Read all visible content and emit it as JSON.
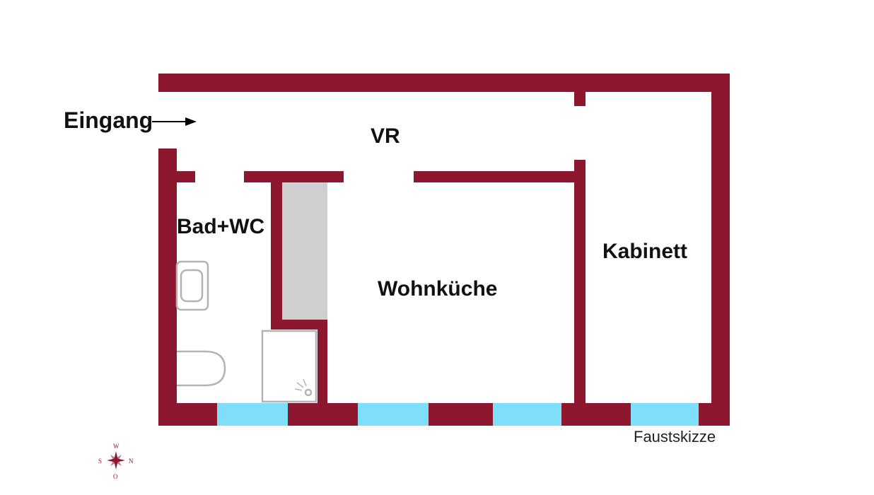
{
  "labels": {
    "entrance": "Eingang",
    "hallway": "VR",
    "bathroom": "Bad+WC",
    "living_kitchen": "Wohnküche",
    "cabinet_room": "Kabinett",
    "sketch_note": "Faustskizze"
  },
  "compass": {
    "north": "W",
    "east": "N",
    "south": "O",
    "west": "S"
  },
  "colors": {
    "wall": "#8e1730",
    "window": "#7fdff8",
    "built_in_cabinet": "#cfcfcf",
    "fixture_outline": "#b3b3b3"
  },
  "icons": [
    "arrow-right-icon",
    "compass-rose-icon",
    "washbasin-icon",
    "toilet-icon",
    "shower-icon"
  ]
}
